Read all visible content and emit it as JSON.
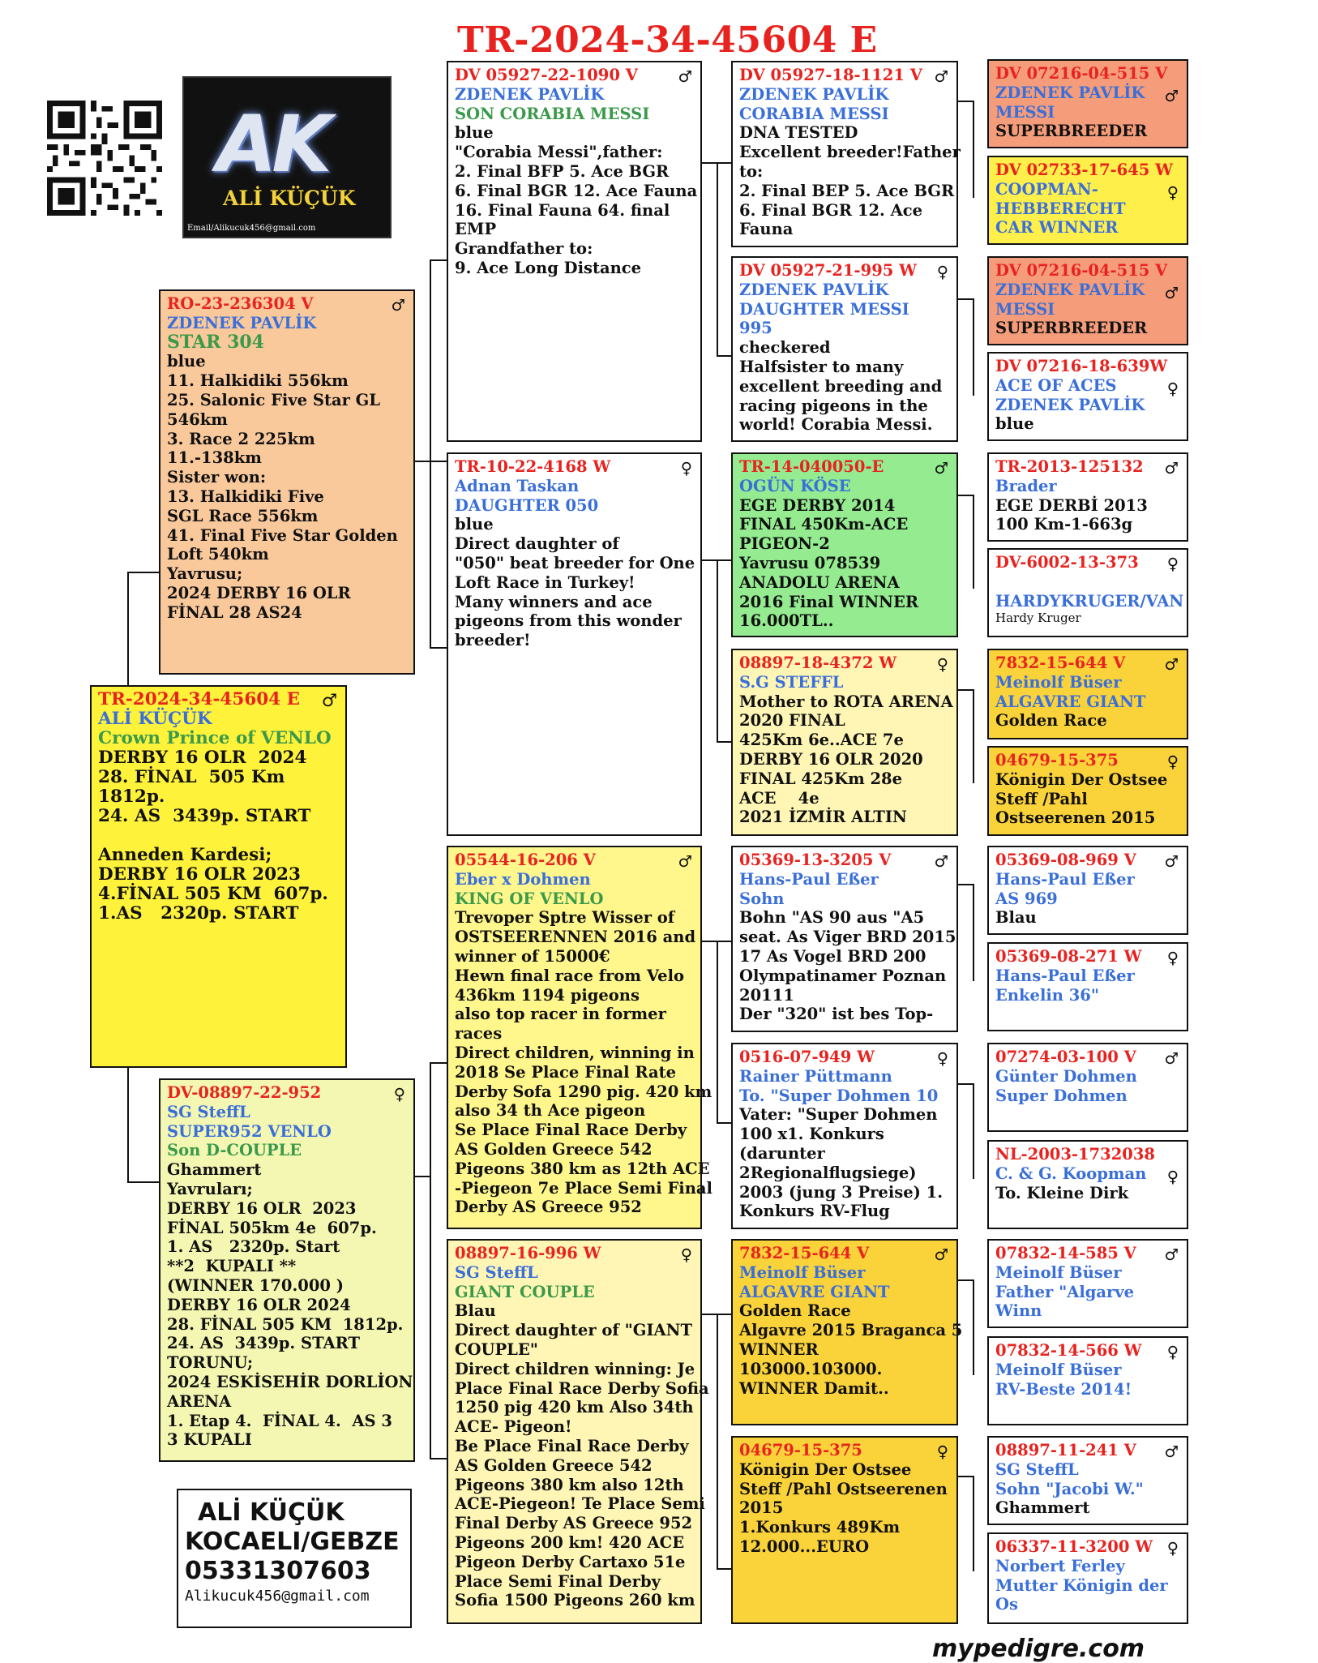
{
  "page_title": "TR-2024-34-45604 E",
  "logo": {
    "letters": "AK",
    "name": "ALİ KÜÇÜK",
    "email": "Email/Alikucuk456@gmail.com"
  },
  "contact": {
    "name": "ALİ KÜÇÜK",
    "city": "KOCAELI/GEBZE",
    "phone": "05331307603",
    "email": "Alikucuk456@gmail.com"
  },
  "footer": "mypedigre.com",
  "male_symbol": "♂",
  "female_symbol": "♀",
  "pigeons": {
    "subject": {
      "ring": "TR-2024-34-45604 E",
      "breeder": "ALİ KÜÇÜK",
      "name": "Crown Prince of VENLO",
      "sex": "male",
      "notes": [
        "DERBY 16 OLR  2024",
        "28. FİNAL  505 Km 1812p.",
        "24. AS  3439p. START",
        "",
        "Anneden Kardesi;",
        "DERBY 16 OLR 2023",
        "4.FİNAL 505 KM  607p.",
        "1.AS   2320p. START"
      ]
    },
    "sire": {
      "ring": "RO-23-236304 V",
      "breeder": "ZDENEK PAVLİK",
      "name": "STAR 304",
      "sex": "male",
      "notes": [
        "blue",
        "11. Halkidiki 556km",
        "25. Salonic Five Star GL",
        "546km",
        "3. Race 2 225km",
        "11.-138km",
        "Sister won:",
        "13. Halkidiki Five",
        "SGL Race 556km",
        "41. Final Five Star Golden",
        "Loft 540km",
        "Yavrusu;",
        "2024 DERBY 16 OLR",
        "FİNAL 28 AS24"
      ]
    },
    "dam": {
      "ring": "DV-08897-22-952",
      "breeder": "SG SteffL",
      "name": "SUPER952 VENLO",
      "name2": "Son D-COUPLE",
      "sex": "female",
      "notes": [
        "Ghammert",
        "Yavruları;",
        "DERBY 16 OLR  2023",
        "FİNAL 505km 4e  607p.",
        "1. AS   2320p. Start",
        "**2  KUPALI **",
        "(WINNER 170.000 )",
        "DERBY 16 OLR 2024",
        "28. FİNAL 505 KM  1812p.",
        "24. AS  3439p. START",
        "TORUNU;",
        "2024 ESKİSEHİR DORLİON",
        "ARENA",
        "1. Etap 4.  FİNAL 4.  AS 3",
        "3 KUPALI"
      ]
    },
    "ss": {
      "ring": "DV 05927-22-1090 V",
      "breeder": "ZDENEK PAVLİK",
      "name": "SON CORABIA MESSI",
      "sex": "male",
      "notes": [
        "blue",
        "\"Corabia Messi\",father:",
        "2. Final BFP 5. Ace BGR",
        "6. Final BGR 12. Ace Fauna",
        "16. Final Fauna 64. final",
        "EMP",
        "Grandfather to:",
        "9. Ace Long Distance"
      ]
    },
    "sd": {
      "ring": "TR-10-22-4168 W",
      "breeder": "Adnan Taskan",
      "name": "DAUGHTER 050",
      "sex": "female",
      "notes": [
        "blue",
        "Direct daughter of",
        "\"050\" beat breeder for One",
        "Loft Race in Turkey!",
        "Many winners and ace",
        "pigeons from this wonder",
        "breeder!"
      ]
    },
    "ds": {
      "ring": "05544-16-206 V",
      "breeder": "Eber x Dohmen",
      "name": "KING OF VENLO",
      "sex": "male",
      "notes": [
        "Trevoper Sptre Wisser of",
        "OSTSEERENNEN 2016 and",
        "winner of 15000€",
        "Hewn final race from Velo",
        "436km 1194 pigeons",
        "also top racer in former",
        "races",
        "Direct children, winning in",
        "2018 Se Place Final Rate",
        "Derby Sofa 1290 pig. 420 km",
        "also 34 th Ace pigeon",
        "Se Place Final Race Derby",
        "AS Golden Greece 542",
        "Pigeons 380 km as 12th ACE",
        "-Piegeon 7e Place Semi Final",
        "Derby AS Greece 952"
      ]
    },
    "dd": {
      "ring": "08897-16-996 W",
      "breeder": "SG SteffL",
      "name": "GIANT COUPLE",
      "sex": "female",
      "notes": [
        "Blau",
        "Direct daughter of \"GIANT",
        "COUPLE\"",
        "Direct children winning: Je",
        "Place Final Race Derby Sofia",
        "1250 pig 420 km Also 34th",
        "ACE- Pigeon!",
        "Be Place Final Race Derby",
        "AS Golden Greece 542",
        "Pigeons 380 km also 12th",
        "ACE-Piegeon! Te Place Semi",
        "Final Derby AS Greece 952",
        "Pigeons 200 km! 420 ACE",
        "Pigeon Derby Cartaxo 51e",
        "Place Semi Final Derby",
        "Sofia 1500 Pigeons 260 km"
      ]
    },
    "sss": {
      "ring": "DV 05927-18-1121 V",
      "breeder": "ZDENEK PAVLİK",
      "name": "CORABIA MESSI",
      "sex": "male",
      "notes": [
        "DNA TESTED",
        "Excellent breeder!Father",
        "to:",
        "2. Final BEP 5. Ace BGR",
        "6. Final BGR 12. Ace",
        "Fauna"
      ]
    },
    "ssd": {
      "ring": "DV 05927-21-995 W",
      "breeder": "ZDENEK PAVLİK",
      "name": "DAUGHTER MESSI",
      "name2": "995",
      "sex": "female",
      "notes": [
        "checkered",
        "Halfsister to many",
        "excellent breeding and",
        "racing pigeons in the",
        "world! Corabia Messi."
      ]
    },
    "sds": {
      "ring": "TR-14-040050-E",
      "breeder": "OGÜN KÖSE",
      "sex": "male",
      "notes": [
        "EGE DERBY 2014",
        "FINAL 450Km-ACE",
        "PIGEON-2",
        "Yavrusu 078539",
        "ANADOLU ARENA",
        "2016 Final WINNER",
        "16.000TL.."
      ]
    },
    "sdd": {
      "ring": "08897-18-4372 W",
      "breeder": "S.G STEFFL",
      "sex": "female",
      "notes": [
        "Mother to ROTA ARENA",
        "2020 FINAL",
        "425Km 6e..ACE 7e",
        "DERBY 16 OLR 2020",
        "FINAL 425Km 28e",
        "ACE    4e",
        "2021 İZMİR ALTIN"
      ]
    },
    "dss": {
      "ring": "05369-13-3205 V",
      "breeder": "Hans-Paul Eßer",
      "breeder2": "Sohn",
      "sex": "male",
      "notes": [
        "Bohn \"AS 90 aus \"A5",
        "seat. As Viger BRD 2015",
        "17 As Vogel BRD 200",
        "Olympatinamer Poznan",
        "20111",
        "Der \"320\" ist bes Top-"
      ]
    },
    "dsd": {
      "ring": "0516-07-949 W",
      "breeder": "Rainer Püttmann",
      "breeder2": "To. \"Super Dohmen 10",
      "sex": "female",
      "notes": [
        "Vater: \"Super Dohmen",
        "100 x1. Konkurs",
        "(darunter",
        "2Regionalflugsiege)",
        "2003 (jung 3 Preise) 1.",
        "Konkurs RV-Flug"
      ]
    },
    "dds": {
      "ring": "7832-15-644 V",
      "breeder": "Meinolf Büser",
      "name": "ALGAVRE GIANT",
      "sex": "male",
      "notes": [
        "Golden Race",
        "Algavre 2015 Braganca 5",
        "WINNER",
        "103000.103000.",
        "WINNER Damit.."
      ]
    },
    "ddd": {
      "ring": "04679-15-375",
      "sex": "female",
      "notes": [
        "Königin Der Ostsee",
        "Steff /Pahl Ostseerenen",
        "2015",
        "1.Konkurs 489Km",
        "12.000...EURO"
      ]
    },
    "g1": {
      "ring": "DV 07216-04-515 V",
      "breeder": "ZDENEK PAVLİK",
      "breeder2": "MESSI",
      "sex": "male",
      "notes": [
        "SUPERBREEDER"
      ]
    },
    "g2": {
      "ring": "DV 02733-17-645 W",
      "breeder": "COOPMAN-",
      "breeder2": "HEBBERECHT",
      "breeder3": "CAR WINNER",
      "sex": "female",
      "notes": []
    },
    "g3": {
      "ring": "DV 07216-04-515 V",
      "breeder": "ZDENEK PAVLİK",
      "breeder2": "MESSI",
      "sex": "male",
      "notes": [
        "SUPERBREEDER"
      ]
    },
    "g4": {
      "ring": "DV 07216-18-639W",
      "breeder": "ACE OF ACES",
      "breeder2": "ZDENEK PAVLİK",
      "sex": "female",
      "notes": [
        "blue"
      ]
    },
    "g5": {
      "ring": "TR-2013-125132",
      "breeder": "Brader",
      "sex": "male",
      "notes": [
        "EGE DERBİ 2013",
        "100 Km-1-663g"
      ]
    },
    "g6": {
      "ring": "DV-6002-13-373",
      "breeder": "HARDYKRUGER/VAN",
      "sex": "female",
      "notes": [
        "Hardy Kruger"
      ]
    },
    "g7": {
      "ring": "7832-15-644 V",
      "breeder": "Meinolf Büser",
      "breeder2": "ALGAVRE GIANT",
      "sex": "male",
      "notes": [
        "Golden Race"
      ]
    },
    "g8": {
      "ring": "04679-15-375",
      "sex": "female",
      "notes": [
        "Königin Der Ostsee",
        "Steff /Pahl",
        "Ostseerenen 2015"
      ]
    },
    "g9": {
      "ring": "05369-08-969 V",
      "breeder": "Hans-Paul Eßer",
      "breeder2": "AS 969",
      "sex": "male",
      "notes": [
        "Blau"
      ]
    },
    "g10": {
      "ring": "05369-08-271 W",
      "breeder": "Hans-Paul Eßer",
      "breeder2": "Enkelin 36\"",
      "sex": "female",
      "notes": []
    },
    "g11": {
      "ring": "07274-03-100 V",
      "breeder": "Günter Dohmen",
      "breeder2": "Super Dohmen",
      "sex": "male",
      "notes": []
    },
    "g12": {
      "ring": "NL-2003-1732038",
      "breeder": "C. & G. Koopman",
      "sex": "female",
      "notes": [
        "To. Kleine Dirk"
      ]
    },
    "g13": {
      "ring": "07832-14-585 V",
      "breeder": "Meinolf Büser",
      "breeder2": "Father \"Algarve",
      "breeder3": "Winn",
      "sex": "male",
      "notes": []
    },
    "g14": {
      "ring": "07832-14-566 W",
      "breeder": "Meinolf Büser",
      "breeder2": "RV-Beste 2014!",
      "sex": "female",
      "notes": []
    },
    "g15": {
      "ring": "08897-11-241 V",
      "breeder": "SG SteffL",
      "breeder2": "Sohn \"Jacobi W.\"",
      "sex": "male",
      "notes": [
        "Ghammert"
      ]
    },
    "g16": {
      "ring": "06337-11-3200 W",
      "breeder": "Norbert Ferley",
      "breeder2": "Mutter Königin der",
      "breeder3": "Os",
      "sex": "female",
      "notes": []
    }
  },
  "colors": {
    "ring": "#e8231f",
    "breeder": "#3a6fd9",
    "name": "#3a9a4a"
  }
}
